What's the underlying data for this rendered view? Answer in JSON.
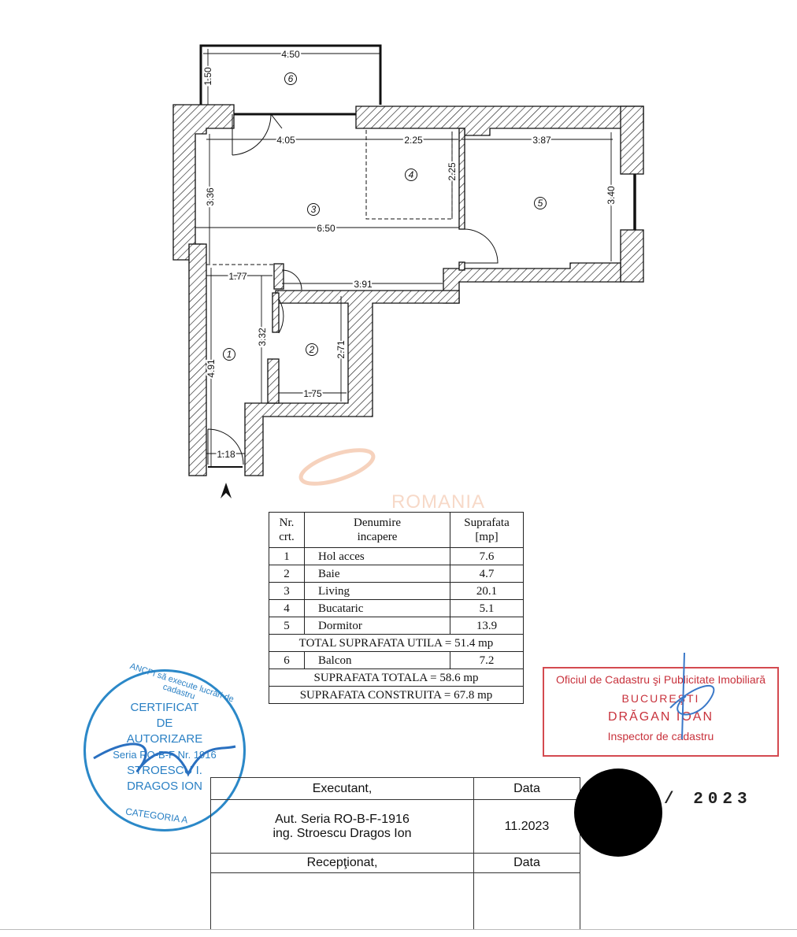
{
  "plan": {
    "dimensions": {
      "balcony_width": "4.50",
      "balcony_depth": "1.50",
      "living_top": "4.05",
      "kitchen_width": "2.25",
      "kitchen_depth": "2.25",
      "bedroom_width": "3.87",
      "bedroom_depth": "3.40",
      "living_depth": "3.36",
      "living_length": "6.50",
      "hall_width": "1.77",
      "corridor_length": "3.91",
      "bath_depth_left": "3.32",
      "bath_depth_right": "2.71",
      "bath_width": "1.75",
      "hall_length": "4.91",
      "entry_width": "1.18"
    },
    "room_numbers": [
      "1",
      "2",
      "3",
      "4",
      "5",
      "6"
    ],
    "watermark": "ROMANIA"
  },
  "table": {
    "headers": [
      "Nr.\ncrt.",
      "Denumire\nincapere",
      "Suprafata\n[mp]"
    ],
    "h_nr": [
      "Nr.",
      "crt."
    ],
    "h_name": [
      "Denumire",
      "incapere"
    ],
    "h_area": [
      "Suprafata",
      "[mp]"
    ],
    "rows": [
      {
        "nr": "1",
        "name": "Hol acces",
        "area": "7.6"
      },
      {
        "nr": "2",
        "name": "Baie",
        "area": "4.7"
      },
      {
        "nr": "3",
        "name": "Living",
        "area": "20.1"
      },
      {
        "nr": "4",
        "name": "Bucataric",
        "area": "5.1"
      },
      {
        "nr": "5",
        "name": "Dormitor",
        "area": "13.9"
      }
    ],
    "total_utila": "TOTAL SUPRAFATA UTILA = 51.4 mp",
    "balcon": {
      "nr": "6",
      "name": "Balcon",
      "area": "7.2"
    },
    "total": "SUPRAFATA TOTALA = 58.6 mp",
    "construita": "SUPRAFATA CONSTRUITA = 67.8 mp"
  },
  "stamp_blue": {
    "ring": "ANCPI să execute lucrări de cadastru",
    "lines": [
      "CERTIFICAT",
      "DE",
      "AUTORIZARE",
      "Seria RO-B-F Nr. 1916",
      "STROESCU I.",
      "DRAGOS ION"
    ],
    "category": "CATEGORIA A",
    "color": "#2a80c4"
  },
  "stamp_red": {
    "office": "Oficiul de Cadastru şi Publicitate Imobiliară",
    "city": "BUCUREŞTI",
    "name": "DRĂGAN IOAN",
    "role": "Inspector de cadastru",
    "color": "#c8323c"
  },
  "executant": {
    "header": "Executant,",
    "date_header": "Data",
    "line1": "Aut. Seria RO-B-F-1916",
    "line2": "ing. Stroescu Dragos Ion",
    "date": "11.2023",
    "received": "Recepţionat,",
    "received_date_header": "Data"
  },
  "registration_year": "/ 2023"
}
